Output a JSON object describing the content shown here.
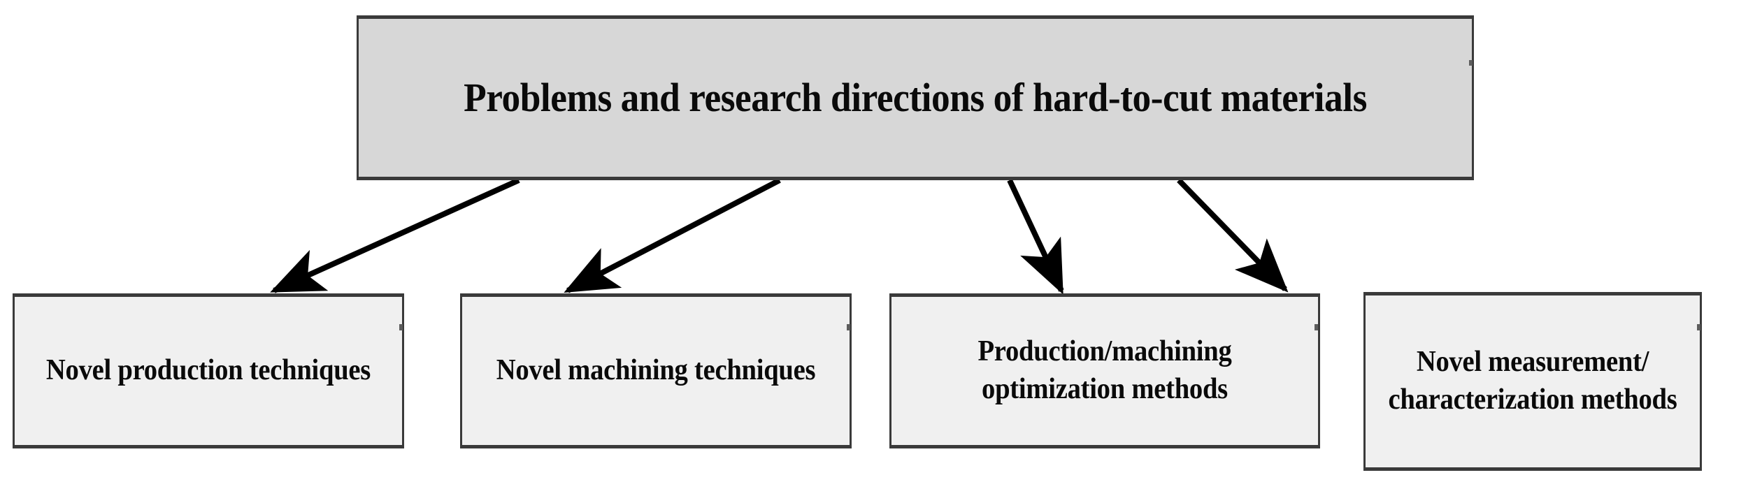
{
  "diagram": {
    "type": "tree",
    "orientation": "top-down",
    "root": {
      "id": "root",
      "label": "Problems and research directions of hard-to-cut materials",
      "lines": [
        "Problems and research directions of hard-to-cut",
        "materials"
      ],
      "fill": "#d7d7d7",
      "border": "#3a3a3a",
      "text_color": "#0a0a0a"
    },
    "children": [
      {
        "id": "leaf-novel-production-techniques",
        "label": "Novel production techniques",
        "lines": [
          "Novel production",
          "techniques"
        ],
        "fill": "#f0f0f0",
        "border": "#3a3a3a",
        "text_color": "#0a0a0a"
      },
      {
        "id": "leaf-novel-machining-techniques",
        "label": "Novel machining techniques",
        "lines": [
          "Novel machining",
          "techniques"
        ],
        "fill": "#f0f0f0",
        "border": "#3a3a3a",
        "text_color": "#0a0a0a"
      },
      {
        "id": "leaf-production-machining-optimization-methods",
        "label": "Production/machining optimization methods",
        "lines": [
          "Production/machining",
          "optimization methods"
        ],
        "fill": "#f0f0f0",
        "border": "#3a3a3a",
        "text_color": "#0a0a0a"
      },
      {
        "id": "leaf-novel-measurement-characterization-methods",
        "label": "Novel measurement/ characterization methods",
        "lines": [
          "Novel measurement/",
          "characterization",
          "methods"
        ],
        "fill": "#f0f0f0",
        "border": "#3a3a3a",
        "text_color": "#0a0a0a"
      }
    ],
    "connectors": [
      {
        "from": "root",
        "to": "leaf-novel-production-techniques",
        "style": "arrow",
        "color": "#000000"
      },
      {
        "from": "root",
        "to": "leaf-novel-machining-techniques",
        "style": "arrow",
        "color": "#000000"
      },
      {
        "from": "root",
        "to": "leaf-production-machining-optimization-methods",
        "style": "arrow",
        "color": "#000000"
      },
      {
        "from": "root",
        "to": "leaf-novel-measurement-characterization-methods",
        "style": "arrow",
        "color": "#000000"
      }
    ],
    "background": "#ffffff"
  }
}
